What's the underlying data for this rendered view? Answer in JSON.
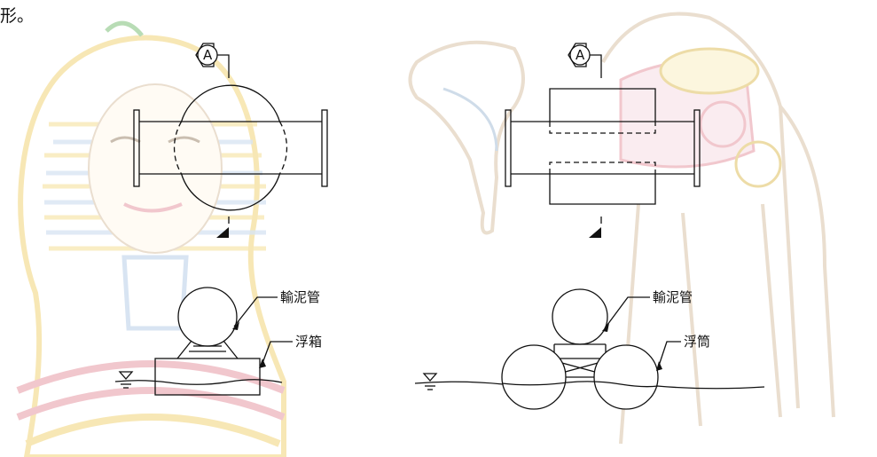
{
  "fragment_text": "形。",
  "section_marker": "A",
  "left_figure": {
    "pipe_label": "輸泥管",
    "float_label": "浮箱"
  },
  "right_figure": {
    "pipe_label": "輸泥管",
    "float_label": "浮筒"
  },
  "colors": {
    "ink": "#111111",
    "watermark_yellow": "#f2d57a",
    "watermark_red": "#e79aa6",
    "watermark_blue": "#b9cfe8",
    "watermark_tan": "#d9c4a8"
  }
}
